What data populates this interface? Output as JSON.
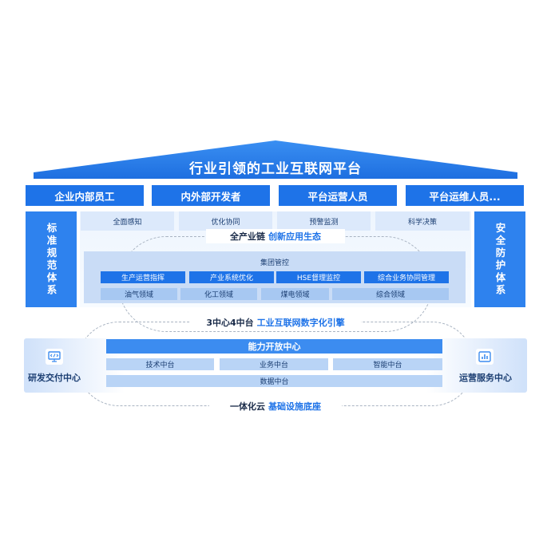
{
  "roof": {
    "title": "行业引领的工业互联网平台"
  },
  "users": [
    "企业内部员工",
    "内外部开发者",
    "平台运营人员",
    "平台运维人员..."
  ],
  "pillars": {
    "left": "标准规范体系",
    "right": "安全防护体系"
  },
  "capabilities": [
    "全面感知",
    "优化协同",
    "预警监测",
    "科学决策"
  ],
  "chain_label": {
    "prefix": "全产业链",
    "highlight": "创新应用生态"
  },
  "group": {
    "title": "集团管控",
    "subsystems": [
      "生产运营指挥",
      "产业系统优化",
      "HSE督理监控",
      "综合业务协同管理"
    ],
    "domains": [
      "油气领域",
      "化工领域",
      "煤电领域",
      "综合领域"
    ]
  },
  "engine_label": {
    "prefix": "3中心4中台",
    "highlight": "工业互联网数字化引擎"
  },
  "platform": {
    "open_center": "能力开放中心",
    "middle": [
      "技术中台",
      "业务中台",
      "智能中台"
    ],
    "data": "数据中台",
    "left_center": "研发交付中心",
    "right_center": "运营服务中心"
  },
  "cloud_label": {
    "prefix": "一体化云",
    "highlight": "基础设施底座"
  },
  "colors": {
    "primary": "#1e73e8",
    "pillar": "#2e82ee",
    "light": "#dce9fb",
    "text": "#1b3e72"
  },
  "icons": {
    "left": "code-window-icon",
    "right": "bar-chart-icon"
  }
}
